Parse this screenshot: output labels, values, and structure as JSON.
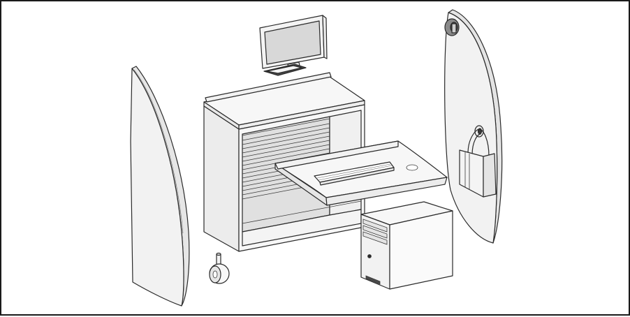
{
  "diagram": {
    "caption": "",
    "colors": {
      "outline": "#2a2a2a",
      "panel_fill": "#f0f0f0",
      "light_fill": "#f7f7f7",
      "shade_fill": "#e2e2e2",
      "screen_fill": "#d8d8d8",
      "dark_fill": "#4a4a4a",
      "frame_border": "#1a1a1a"
    },
    "parts": [
      "left-side-panel",
      "cabinet-unit",
      "shelving-slats",
      "pull-out-desk-tray",
      "keyboard",
      "computer-monitor",
      "computer-tower",
      "caster-wheel",
      "right-side-panel",
      "coat-hook",
      "shopping-bag"
    ]
  }
}
